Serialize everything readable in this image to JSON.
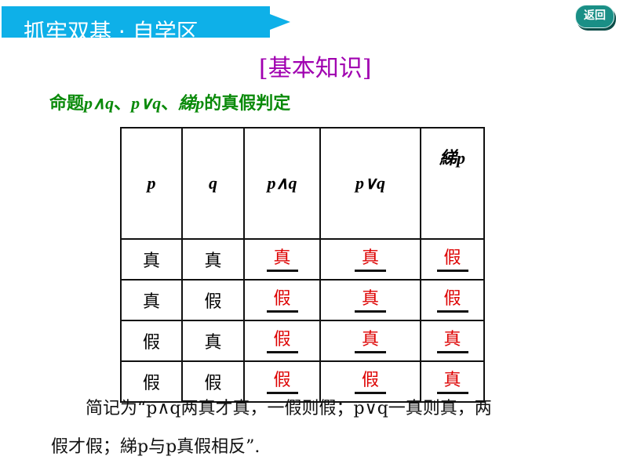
{
  "header": {
    "banner": "抓牢双基 · 自学区",
    "back": "返回"
  },
  "section_title": "[基本知识]",
  "subtitle": {
    "pre": "命题",
    "a": "p∧q",
    "sep1": "、",
    "b": "p∨q",
    "sep2": "、",
    "c": "綈p",
    "post": "的真假判定"
  },
  "table": {
    "headers": [
      "p",
      "q",
      "p∧q",
      "p∨q",
      "綈p"
    ],
    "rows": [
      [
        "真",
        "真",
        "真",
        "真",
        "假"
      ],
      [
        "真",
        "假",
        "假",
        "真",
        "假"
      ],
      [
        "假",
        "真",
        "假",
        "真",
        "真"
      ],
      [
        "假",
        "假",
        "假",
        "假",
        "真"
      ]
    ]
  },
  "note": {
    "line1": "　　简记为“p∧q两真才真，一假则假；p∨q一真则真，两",
    "line2": "假才假；綈p与p真假相反”."
  }
}
